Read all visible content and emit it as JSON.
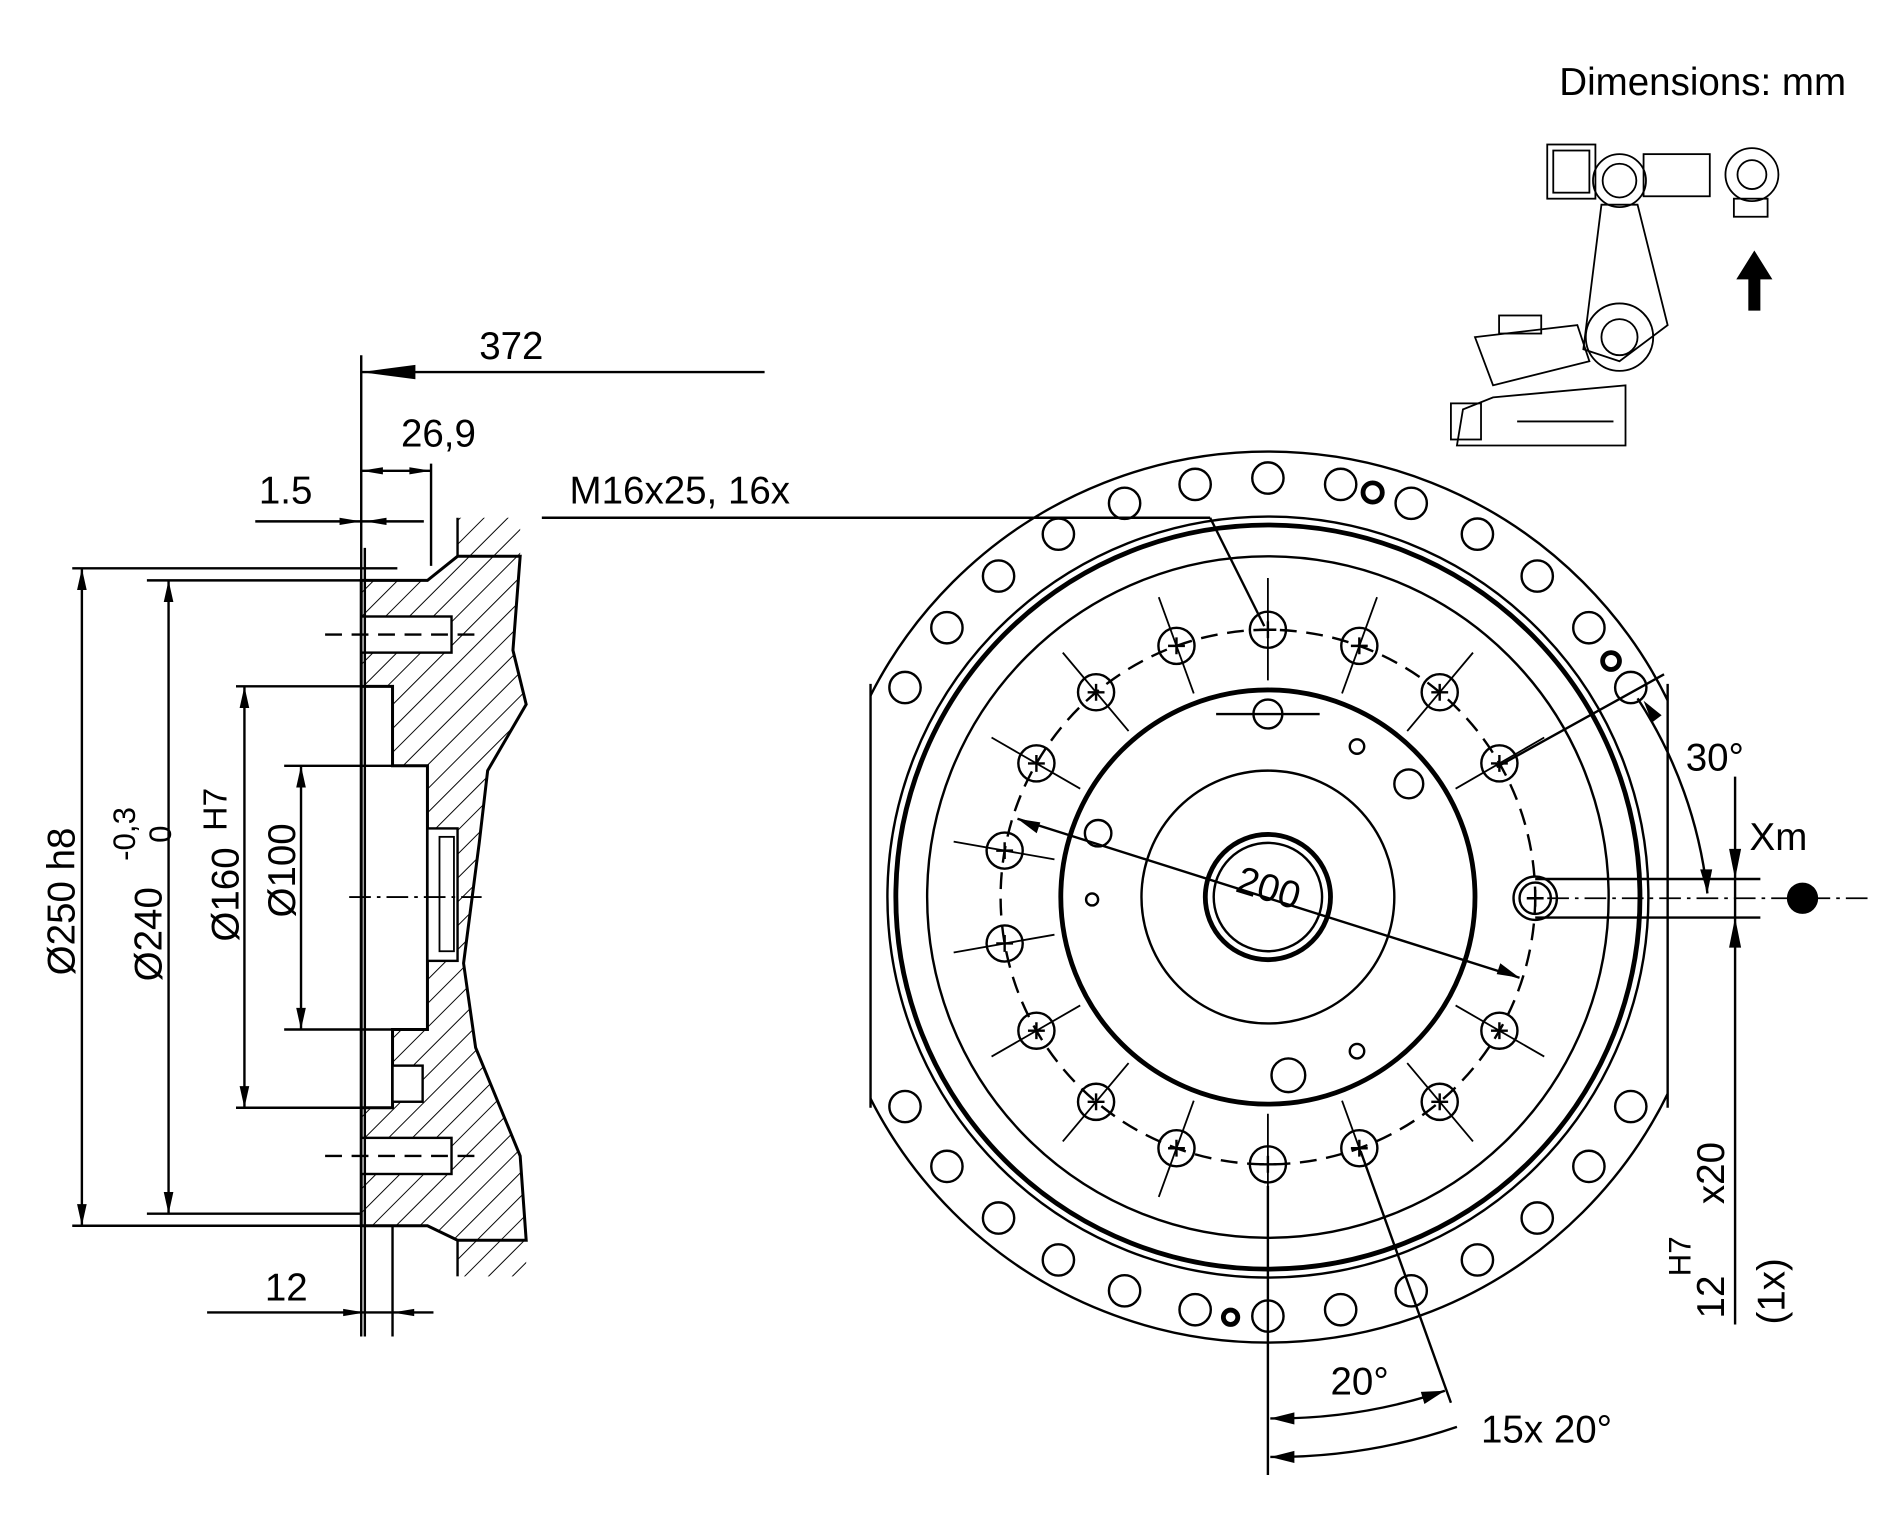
{
  "units_label": "Dimensions: mm",
  "section_view": {
    "dim_372": "372",
    "dim_26_9": "26,9",
    "dim_1_5": "1.5",
    "dim_12": "12",
    "dia_250": "Ø250 h8",
    "dia_240": "Ø240",
    "dia_240_tol_upper": "-0,3",
    "dia_240_tol_lower": "0",
    "dia_160": "Ø160",
    "dia_160_fit": "H7",
    "dia_100": "Ø100"
  },
  "front_view": {
    "thread_callout": "M16x25,  16x",
    "bolt_circle_dia": "200",
    "angle_30": "30°",
    "xm_label": "Xm",
    "angle_20": "20°",
    "angle_pattern": "15x 20°",
    "pin_size": "12",
    "pin_fit": "H7",
    "pin_depth": "x20",
    "pin_count": "(1x)"
  },
  "robot_icon": "industrial-robot-icon",
  "view_arrow_icon": "arrow-up-icon"
}
